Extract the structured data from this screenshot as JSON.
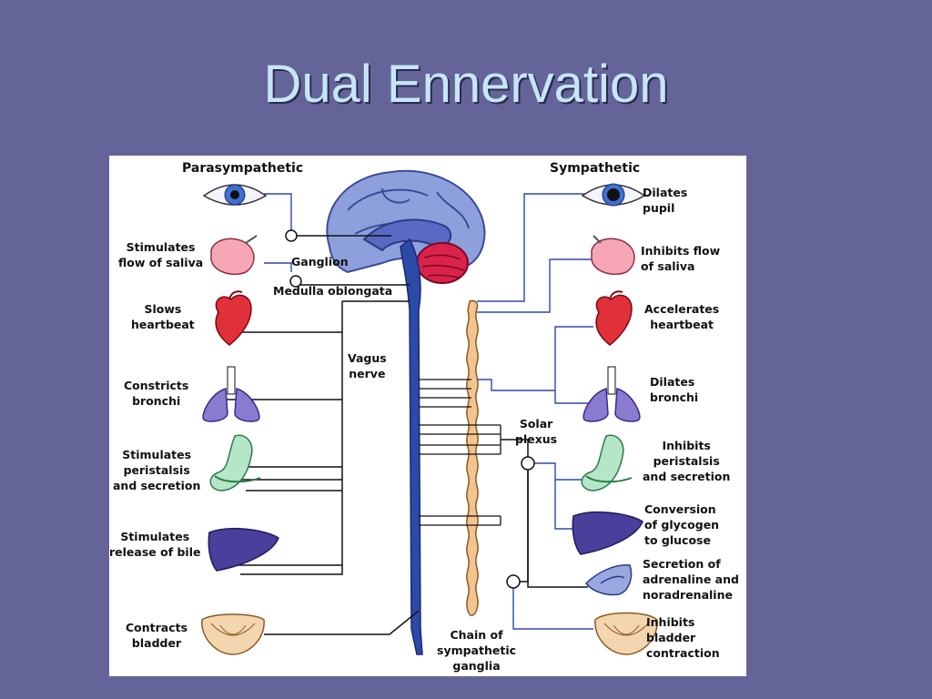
{
  "slide": {
    "title": "Dual Ennervation"
  },
  "diagram": {
    "headers": {
      "left": "Parasympathetic",
      "right": "Sympathetic"
    },
    "center_labels": {
      "ganglion": "Ganglion",
      "medulla": "Medulla oblongata",
      "vagus": "Vagus\nnerve",
      "solar": "Solar\nplexus",
      "chain": "Chain of\nsympathetic\nganglia"
    },
    "parasympathetic_effects": [
      "Stimulates\nflow of saliva",
      "Slows\nheartbeat",
      "Constricts\nbronchi",
      "Stimulates\nperistalsis\nand secretion",
      "Stimulates\nrelease of bile",
      "Contracts\nbladder"
    ],
    "sympathetic_effects": [
      "Dilates\npupil",
      "Inhibits flow\nof saliva",
      "Accelerates\nheartbeat",
      "Dilates\nbronchi",
      "Inhibits\nperistalsis\nand secretion",
      "Conversion\nof glycogen\nto glucose",
      "Secretion of\nadrenaline and\nnoradrenaline",
      "Inhibits\nbladder\ncontraction"
    ],
    "colors": {
      "nerve": "#2c4aa8",
      "brain": "#7a8fd6",
      "cerebellum": "#d9234a",
      "chain": "#f2c48f",
      "eye_iris": "#3f6fd0",
      "heart": "#e0303a",
      "lung": "#8a7bd0",
      "stomach": "#b6e6c8",
      "liver": "#4a3f9a",
      "bladder": "#f3d6b0"
    }
  }
}
